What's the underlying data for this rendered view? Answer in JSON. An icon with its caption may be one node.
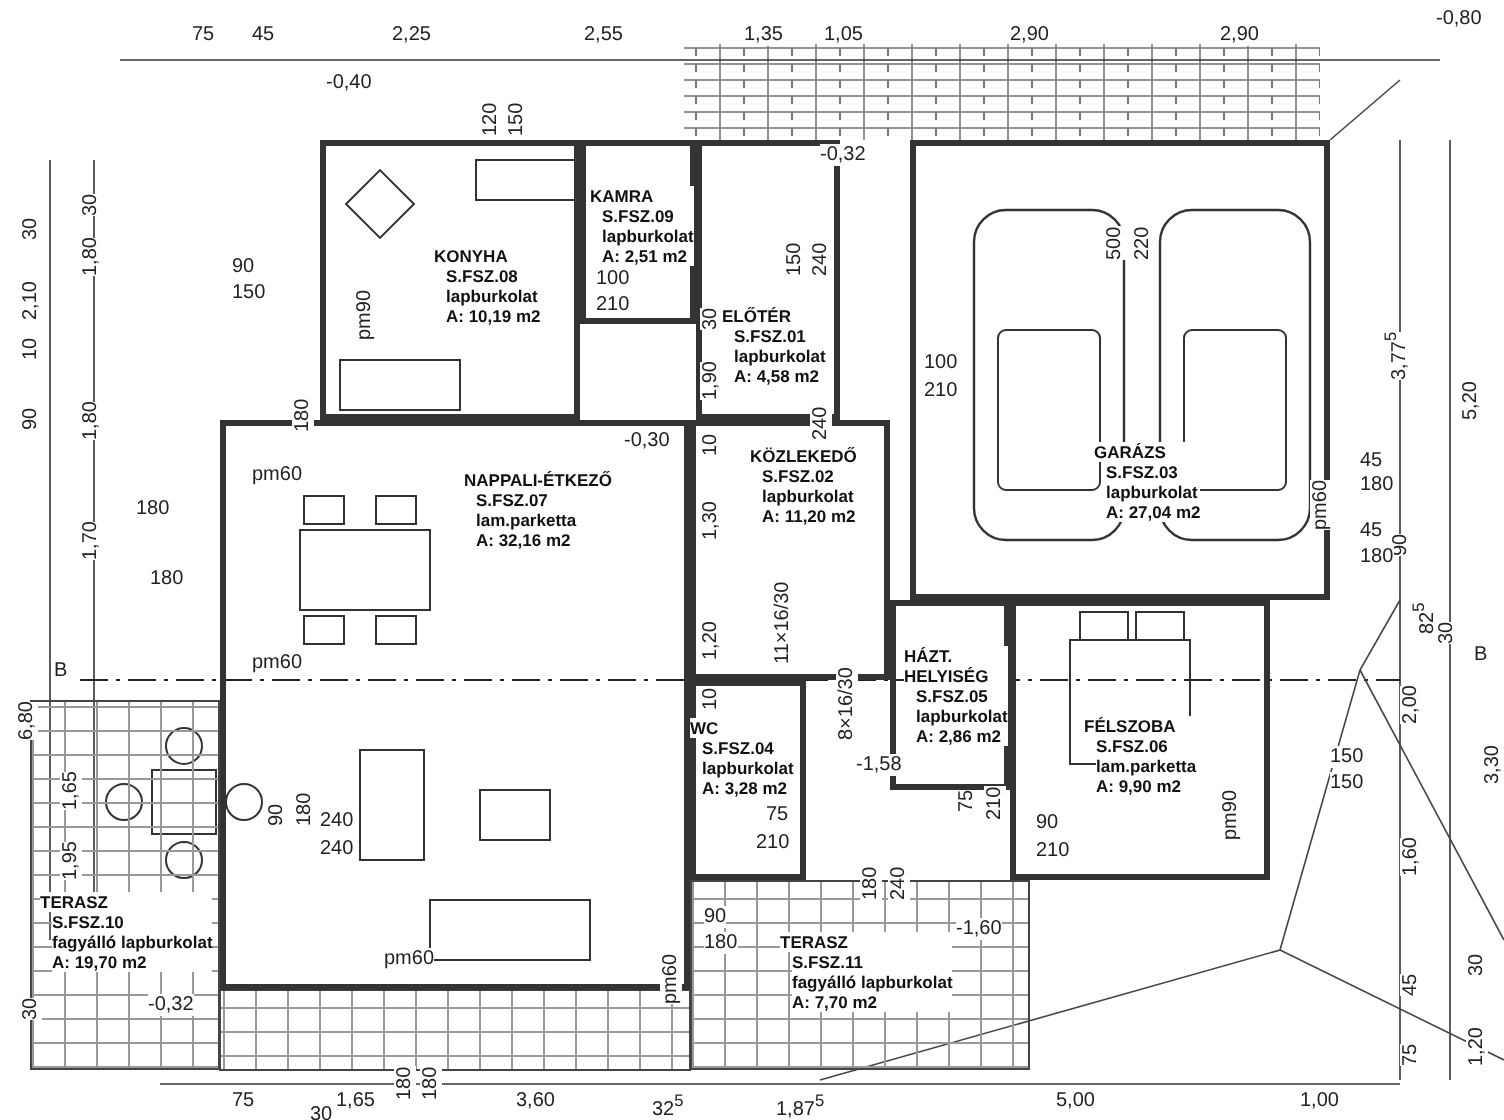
{
  "diagram": {
    "nodes": [
      {
        "text": [
          "KONYHA",
          "S.FSZ.08",
          "lapburkolat",
          "A: 10,19 m2"
        ]
      },
      {
        "text": [
          "KAMRA",
          "S.FSZ.09",
          "lapburkolat",
          "A: 2,51 m2"
        ]
      },
      {
        "text": [
          "ELŐTÉR",
          "S.FSZ.01",
          "lapburkolat",
          "A: 4,58 m2"
        ]
      },
      {
        "text": [
          "NAPPALI-ÉTKEZŐ",
          "S.FSZ.07",
          "lam.parketta",
          "A: 32,16 m2"
        ]
      },
      {
        "text": [
          "KÖZLEKEDŐ",
          "S.FSZ.02",
          "lapburkolat",
          "A: 11,20 m2"
        ]
      },
      {
        "text": [
          "GARÁZS",
          "S.FSZ.03",
          "lapburkolat",
          "A: 27,04 m2"
        ]
      },
      {
        "text": [
          "HÁZT. HELYISÉG",
          "S.FSZ.05",
          "lapburkolat",
          "A: 2,86 m2"
        ]
      },
      {
        "text": [
          "FÉLSZOBA",
          "S.FSZ.06",
          "lam.parketta",
          "A: 9,90 m2"
        ]
      },
      {
        "text": [
          "WC",
          "S.FSZ.04",
          "lapburkolat",
          "A: 3,28 m2"
        ]
      },
      {
        "text": [
          "TERASZ",
          "S.FSZ.10",
          "fagyálló lapburkolat",
          "A: 19,70 m2"
        ]
      },
      {
        "text": [
          "TERASZ",
          "S.FSZ.11",
          "fagyálló lapburkolat",
          "A: 7,70 m2"
        ]
      }
    ],
    "labels": [
      "75",
      "45",
      "2,25",
      "2,55",
      "1,35",
      "1,05",
      "2,90",
      "2,90",
      "-0,80",
      "-0,40",
      "120",
      "150",
      "-0,32",
      "500",
      "220",
      "30",
      "30",
      "30",
      "2,10",
      "1,80",
      "90",
      "150",
      "pm90",
      "100",
      "210",
      "150",
      "240",
      "1,90",
      "10",
      "240",
      "100",
      "210",
      "3,77$^{5}$",
      "5,20",
      "10",
      "90",
      "1,80",
      "180",
      "-0,30",
      "1,30",
      "180",
      "pm60",
      "1,70",
      "180",
      "pm60",
      "pm60",
      "45",
      "180",
      "90",
      "45",
      "180",
      "11×16/30",
      "1,20",
      "8×16/30",
      "10",
      "82$^{5}$",
      "30",
      "B",
      "B",
      "6,80",
      "2,00",
      "3,30",
      "1,65",
      "90",
      "180",
      "240",
      "240",
      "-1,58",
      "75",
      "210",
      "75",
      "210",
      "pm90",
      "150",
      "150",
      "90",
      "210",
      "180",
      "240",
      "1,95",
      "1,60",
      "pm60",
      "pm60",
      "90",
      "180",
      "-1,60",
      "30",
      "30",
      "45",
      "-0,32",
      "180",
      "180",
      "75",
      "1,20",
      "75",
      "1,65",
      "30",
      "3,60",
      "32$^{5}$",
      "1,87$^{5}$",
      "5,00",
      "1,00"
    ]
  }
}
